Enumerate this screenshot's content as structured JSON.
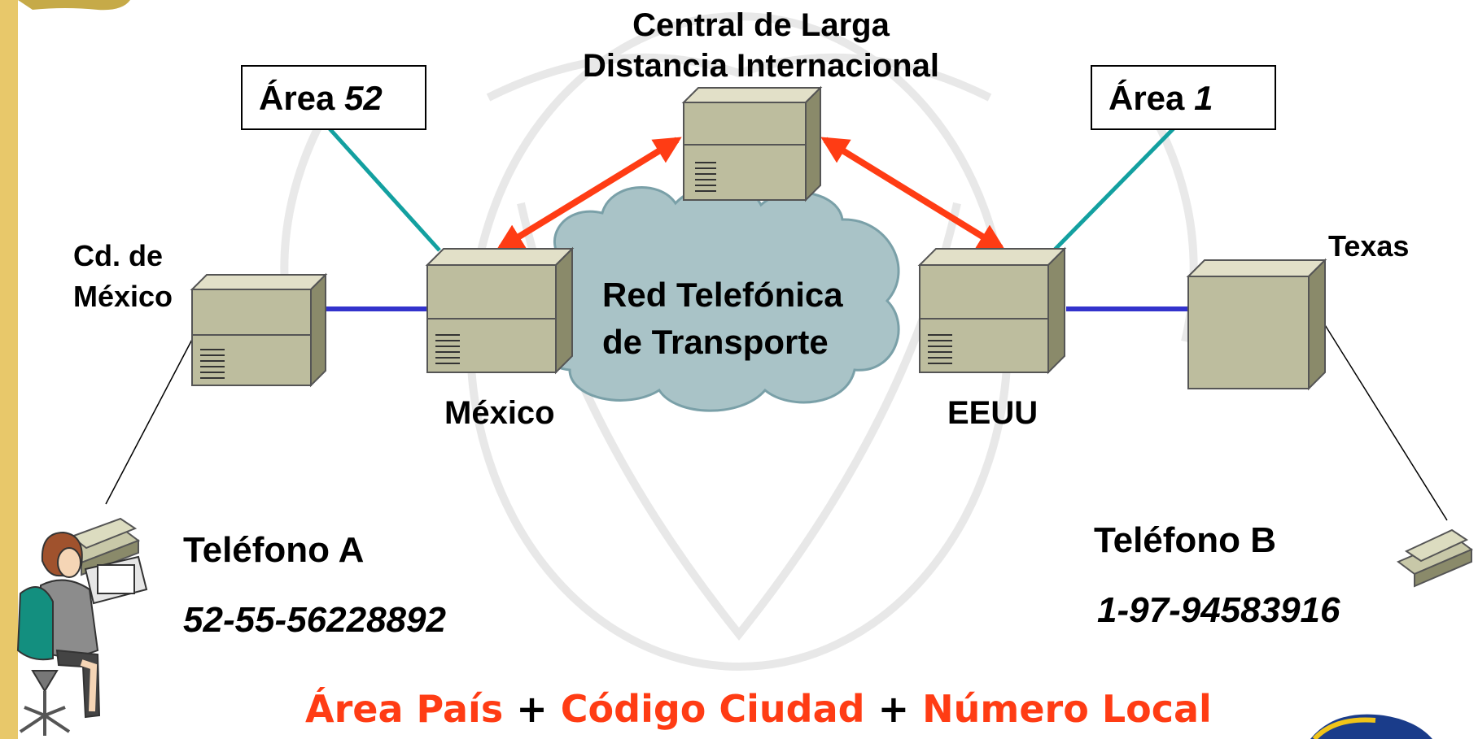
{
  "central": {
    "line1": "Central de Larga",
    "line2": "Distancia Internacional"
  },
  "area_left": {
    "prefix": "Área",
    "code": "52"
  },
  "area_right": {
    "prefix": "Área",
    "code": "1"
  },
  "city_left": {
    "line1": "Cd. de",
    "line2": "México"
  },
  "city_right": "Texas",
  "cloud": {
    "line1": "Red Telefónica",
    "line2": "de Transporte"
  },
  "switch_left_label": "México",
  "switch_right_label": "EEUU",
  "phone_a": {
    "title": "Teléfono A",
    "number": "52-55-56228892"
  },
  "phone_b": {
    "title": "Teléfono B",
    "number": "1-97-94583916"
  },
  "formula": {
    "part1": "Área País",
    "plus1": "+",
    "part2": "Código Ciudad",
    "plus2": "+",
    "part3": "Número Local"
  },
  "colors": {
    "arrow": "#ff3c14",
    "area_link": "#13a0a0",
    "trunk": "#3333cc",
    "cloud": "#a9c3c7",
    "formula_accent": "#ff3c14"
  }
}
